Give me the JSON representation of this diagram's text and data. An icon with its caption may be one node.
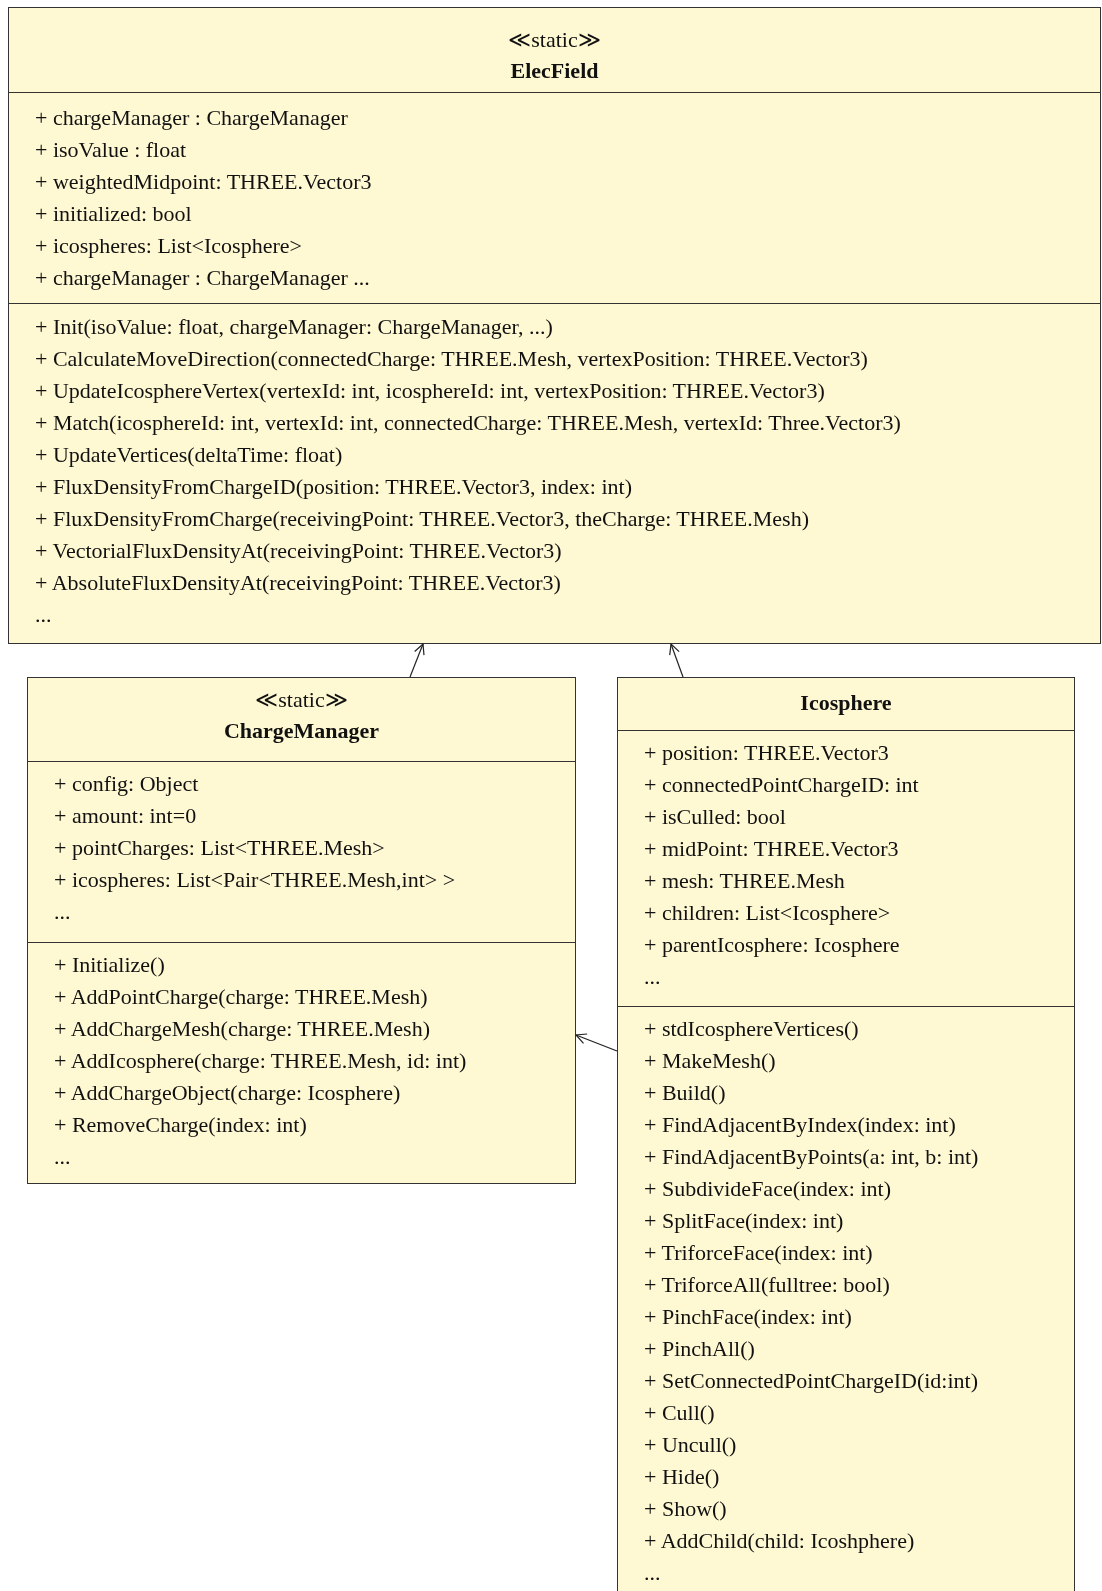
{
  "diagram": {
    "nodes": [
      {
        "text": [
          "≪static≫",
          "ElecField"
        ]
      },
      {
        "text": [
          "+ chargeManager : ChargeManager",
          "+ isoValue : float",
          "+ weightedMidpoint: THREE.Vector3",
          "+ initialized: bool",
          "+ icospheres: List<Icosphere>",
          "+ chargeManager : ChargeManager ..."
        ],
        "in": 0
      },
      {
        "text": [
          "+ Init(isoValue: float, chargeManager: ChargeManager, ...)",
          "+ CalculateMoveDirection(connectedCharge: THREE.Mesh, vertexPosition: THREE.Vector3)",
          "+ UpdateIcosphereVertex(vertexId: int, icosphereId: int, vertexPosition: THREE.Vector3)",
          "+ Match(icosphereId: int, vertexId: int, connectedCharge: THREE.Mesh, vertexId: Three.Vector3)",
          "+ UpdateVertices(deltaTime: float)",
          "+ FluxDensityFromChargeID(position: THREE.Vector3, index: int)",
          "+ FluxDensityFromCharge(receivingPoint: THREE.Vector3, theCharge: THREE.Mesh)",
          "+ VectorialFluxDensityAt(receivingPoint: THREE.Vector3)",
          "+ AbsoluteFluxDensityAt(receivingPoint: THREE.Vector3)",
          "..."
        ],
        "in": 0
      },
      {
        "text": [
          "≪static≫",
          "ChargeManager"
        ]
      },
      {
        "text": [
          "+ config: Object",
          "+ amount: int=0",
          "+ pointCharges: List<THREE.Mesh>",
          "+ icospheres: List<Pair<THREE.Mesh,int> >",
          "..."
        ],
        "in": 3
      },
      {
        "text": [
          "+ Initialize()",
          "+ AddPointCharge(charge: THREE.Mesh)",
          "+ AddChargeMesh(charge: THREE.Mesh)",
          "+ AddIcosphere(charge: THREE.Mesh, id: int)",
          "+ AddChargeObject(charge: Icosphere)",
          "+ RemoveCharge(index: int)",
          "..."
        ],
        "in": 3
      },
      {
        "text": [
          "Icosphere"
        ]
      },
      {
        "text": [
          "+ position: THREE.Vector3",
          "+ connectedPointChargeID: int",
          "+ isCulled: bool",
          "+ midPoint: THREE.Vector3",
          "+ mesh: THREE.Mesh",
          "+ children: List<Icosphere>",
          "+ parentIcosphere: Icosphere",
          "..."
        ],
        "in": 6
      },
      {
        "text": [
          "+ stdIcosphereVertices()",
          "+ MakeMesh()",
          "+ Build()",
          "+ FindAdjacentByIndex(index: int)",
          "+ FindAdjacentByPoints(a: int, b: int)",
          "+ SubdivideFace(index: int)",
          "+ SplitFace(index: int)",
          "+ TriforceFace(index: int)",
          "+ TriforceAll(fulltree: bool)",
          "+ PinchFace(index: int)",
          "+ PinchAll()",
          "+ SetConnectedPointChargeID(id:int)",
          "+ Cull()",
          "+ Uncull()",
          "+ Hide()",
          "+ Show()",
          "+ AddChild(child: Icoshphere)",
          "..."
        ],
        "in": 6
      }
    ],
    "edges": [
      {
        "from": 3,
        "to": 0,
        "arrow": "to"
      },
      {
        "from": 6,
        "to": 0,
        "arrow": "to"
      },
      {
        "from": 6,
        "to": 3,
        "arrow": "to"
      }
    ]
  }
}
